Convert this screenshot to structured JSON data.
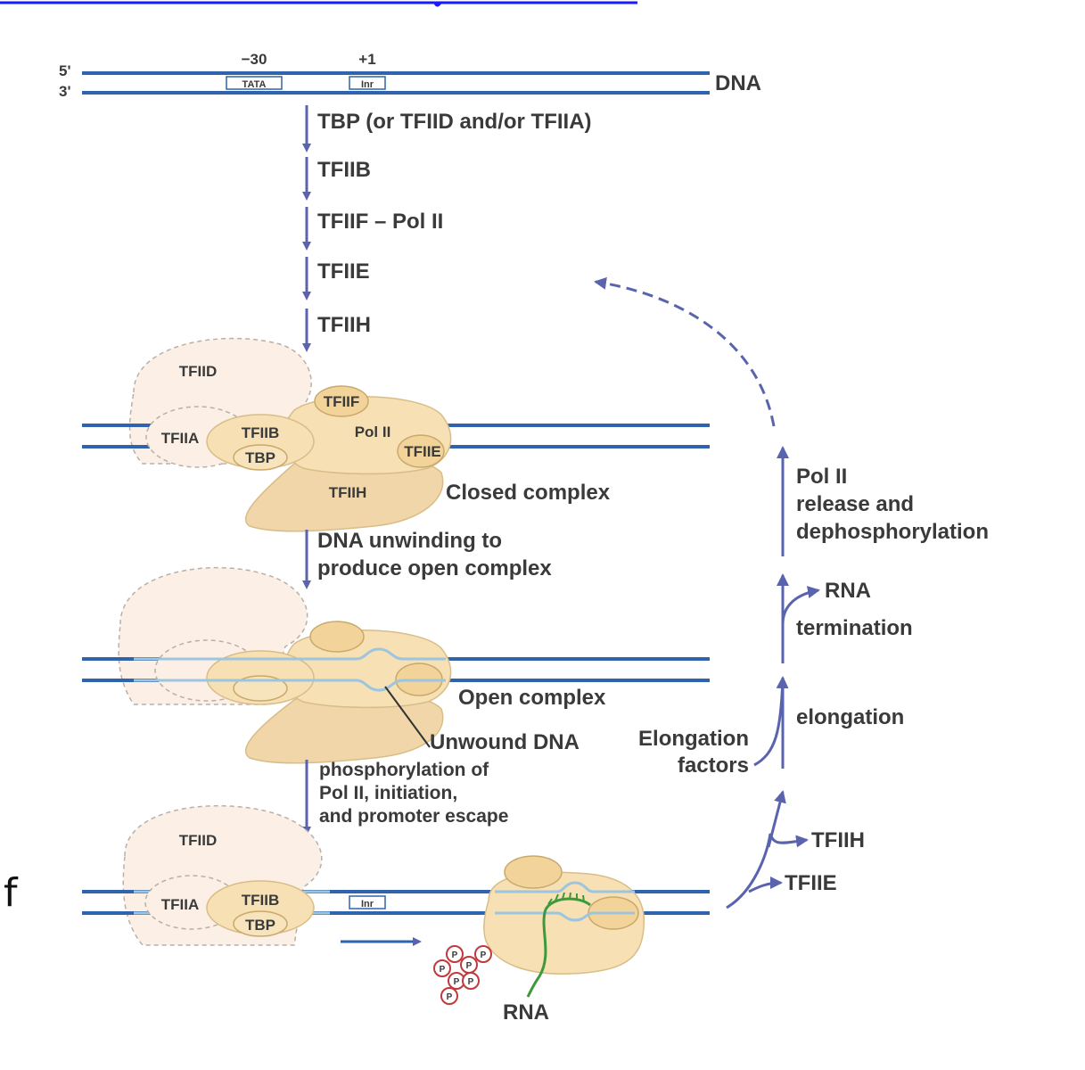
{
  "colors": {
    "dna": "#2f63ad",
    "unwound": "#9cc5e0",
    "arrow": "#5a63ad",
    "protein_fill": "#f6e0b4",
    "protein_stroke": "#d9bd88",
    "factor_fill": "#f8ecd4",
    "ghost_fill": "#fbefe6",
    "ghost_stroke": "#b8b0a8",
    "rna": "#3d9a3a",
    "phospho": "#c0393b",
    "top_rule": "#1a1aff"
  },
  "promoter": {
    "strand5": "5'",
    "strand3": "3'",
    "pos_tata": "−30",
    "pos_inr": "+1",
    "tata_box": "TATA",
    "inr_box": "Inr",
    "dna_label": "DNA"
  },
  "steps": {
    "tbp": "TBP (or TFIID and/or TFIIA)",
    "tfiib": "TFIIB",
    "tfiif_pol": "TFIIF – Pol II",
    "tfiie": "TFIIE",
    "tfiih": "TFIIH",
    "unwinding_1": "DNA unwinding to",
    "unwinding_2": "produce open complex",
    "phospho_1": "phosphorylation of",
    "phospho_2": "Pol II, initiation,",
    "phospho_3": "and promoter escape"
  },
  "closed_complex": {
    "tfiid": "TFIID",
    "tfiia": "TFIIA",
    "tfiib": "TFIIB",
    "tbp": "TBP",
    "tfiif": "TFIIF",
    "pol2": "Pol II",
    "tfiie": "TFIIE",
    "tfiih": "TFIIH",
    "label": "Closed complex"
  },
  "open_complex": {
    "label": "Open complex",
    "unwound": "Unwound DNA"
  },
  "escape": {
    "tfiid": "TFIID",
    "tfiia": "TFIIA",
    "tfiib": "TFIIB",
    "tbp": "TBP",
    "inr_box": "Inr",
    "phospho_mark": "P",
    "rna": "RNA"
  },
  "cycle": {
    "tfiih_release": "TFIIH",
    "tfiie_release": "TFIIE",
    "elong_factors_1": "Elongation",
    "elong_factors_2": "factors",
    "elongation": "elongation",
    "termination": "termination",
    "rna": "RNA",
    "release_1": "Pol II",
    "release_2": "release and",
    "release_3": "dephosphorylation"
  },
  "edge_letter": "f"
}
